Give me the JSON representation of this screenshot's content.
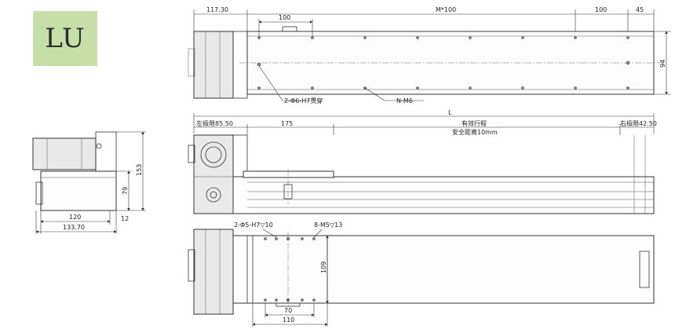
{
  "badge": {
    "label": "LU"
  },
  "top_view": {
    "dims": {
      "motor_offset": "117.30",
      "first_pitch": "100",
      "pitch_series": "M*100",
      "last_pitch": "100",
      "end_margin": "45",
      "width": "94"
    },
    "callouts": {
      "through_holes": "2-Φ6-H7贯穿",
      "tapped_holes": "N-M6"
    }
  },
  "front_view": {
    "dims": {
      "total_length": "L",
      "left_limit": "左极限85.50",
      "carriage_offset": "175",
      "stroke": "有效行程",
      "safety": "安全距离10mm",
      "right_limit": "右极限42.50"
    }
  },
  "bottom_view": {
    "dims": {
      "pin_holes": "2-Φ5-H7▽10",
      "thread_holes": "8-M5▽13",
      "carriage_width": "109",
      "hole_span": "70",
      "carriage_length": "110"
    }
  },
  "side_view": {
    "dims": {
      "total_height": "153",
      "body_height": "79",
      "body_width": "120",
      "flange": "12",
      "overall_width": "133.70"
    }
  }
}
